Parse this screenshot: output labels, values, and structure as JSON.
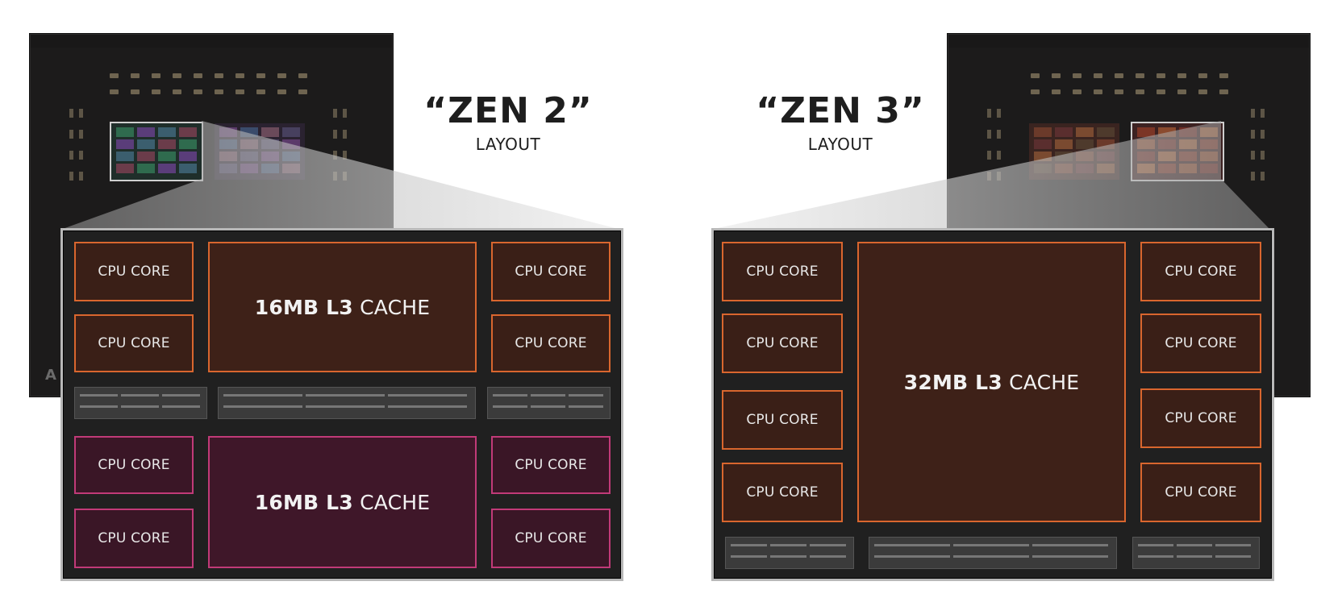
{
  "zen2": {
    "title": "“ZEN 2”",
    "subtitle": "LAYOUT",
    "core_label": "CPU CORE",
    "cache_top_size": "16MB L3",
    "cache_top_word": "CACHE",
    "cache_bottom_size": "16MB L3",
    "cache_bottom_word": "CACHE",
    "package_logo_fragment": "A"
  },
  "zen3": {
    "title": "“ZEN 3”",
    "subtitle": "LAYOUT",
    "core_label": "CPU CORE",
    "cache_size": "32MB L3",
    "cache_word": "CACHE"
  },
  "colors": {
    "ccx_orange": "#d9662e",
    "ccx_magenta": "#c13a78",
    "die_background": "#202020",
    "package": "#1c1b1b"
  }
}
